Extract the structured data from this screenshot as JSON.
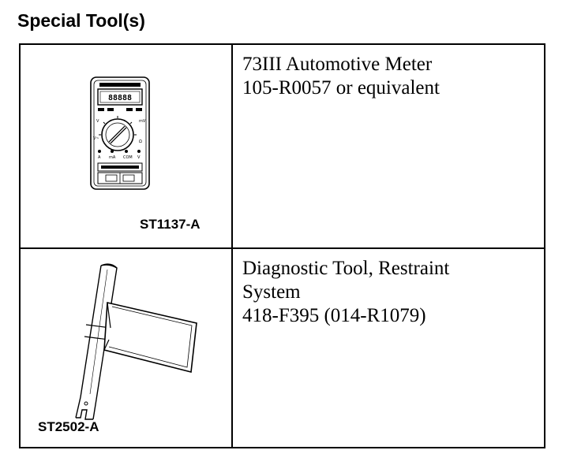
{
  "page": {
    "heading": "Special Tool(s)"
  },
  "tools": [
    {
      "figure_code": "ST1137-A",
      "icon": "multimeter-icon",
      "description_lines": [
        "73III Automotive Meter",
        "105-R0057 or equivalent"
      ]
    },
    {
      "figure_code": "ST2502-A",
      "icon": "restraint-diagnostic-tool-icon",
      "description_lines": [
        "Diagnostic Tool, Restraint",
        "System",
        "418-F395 (014-R1079)"
      ]
    }
  ]
}
